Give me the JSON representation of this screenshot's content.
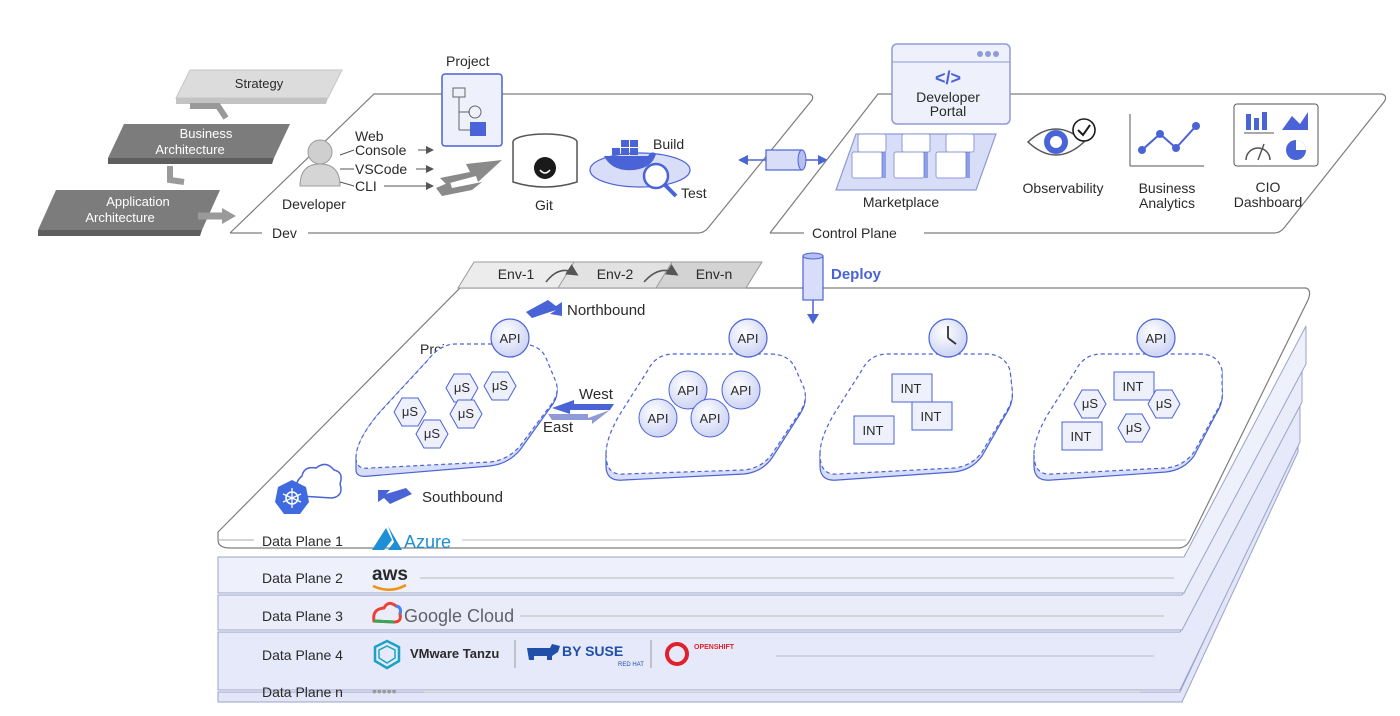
{
  "strategy": {
    "items": [
      "Strategy",
      "Business",
      "Architecture",
      "Application",
      "Architecture"
    ]
  },
  "dev": {
    "title": "Dev",
    "project_label": "Project",
    "developer_label": "Developer",
    "inputs": [
      "Web",
      "Console",
      "VSCode",
      "CLI"
    ],
    "git_label": "Git",
    "build_label": "Build",
    "test_label": "Test"
  },
  "control_plane": {
    "title": "Control Plane",
    "portal_line1": "Developer",
    "portal_line2": "Portal",
    "portal_code": "</>",
    "marketplace_label": "Marketplace",
    "observability_label": "Observability",
    "business_analytics_line1": "Business",
    "business_analytics_line2": "Analytics",
    "cio_line1": "CIO",
    "cio_line2": "Dashboard"
  },
  "deploy_label": "Deploy",
  "environments": [
    "Env-1",
    "Env-2",
    "Env-n"
  ],
  "traffic": {
    "northbound": "Northbound",
    "southbound": "Southbound",
    "west": "West",
    "east": "East",
    "project": "Project"
  },
  "nodes": {
    "api": "API",
    "micro": "μS",
    "int": "INT"
  },
  "data_planes": [
    {
      "label": "Data Plane 1",
      "providers": [
        "Azure"
      ]
    },
    {
      "label": "Data Plane 2",
      "providers": [
        "aws"
      ]
    },
    {
      "label": "Data Plane 3",
      "providers": [
        "Google Cloud"
      ]
    },
    {
      "label": "Data Plane 4",
      "providers": [
        "VMware Tanzu",
        "RANCHER",
        "BY SUSE",
        "RED HAT",
        "OPENSHIFT"
      ]
    },
    {
      "label": "Data Plane n",
      "providers": [
        "•••••"
      ]
    }
  ],
  "colors": {
    "accent": "#4a63d6",
    "light_blue": "#d9def8",
    "gray": "#8a8a8a",
    "azure": "#1e8fd6",
    "aws_orange": "#f29111",
    "openshift_red": "#e0202d"
  }
}
